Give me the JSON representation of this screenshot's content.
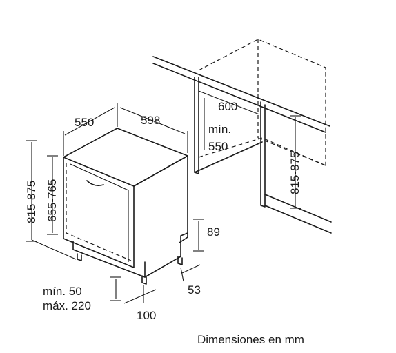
{
  "dimensions": {
    "depth": "550",
    "width": "598",
    "niche_width": "600",
    "niche_depth_label": "mín.",
    "niche_depth_value": "550",
    "niche_height": "815-875",
    "total_height": "815-875",
    "body_height": "655-765",
    "plinth_height": "89",
    "recess": "53",
    "foot_label_min": "mín. 50",
    "foot_label_max": "máx. 220",
    "foot_offset": "100"
  },
  "caption": "Dimensiones en mm"
}
